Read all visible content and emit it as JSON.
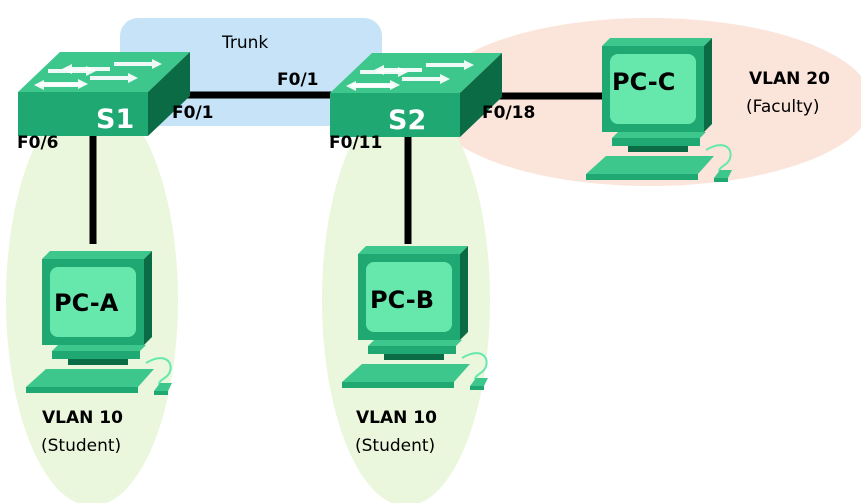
{
  "colors": {
    "trunk_zone": "#c7e3f7",
    "student_zone": "#eaf7dc",
    "faculty_zone": "#fbe4da",
    "device_green": "#1fa872",
    "device_dark": "#0b6b45",
    "device_light": "#3ec78d",
    "screen": "#66e8ad",
    "link": "#000000",
    "switch_label": "#ffffff"
  },
  "zones": {
    "trunk": {
      "label": "Trunk"
    },
    "vlan10_left": {
      "label": "VLAN 10",
      "sublabel": "(Student)"
    },
    "vlan10_right": {
      "label": "VLAN 10",
      "sublabel": "(Student)"
    },
    "vlan20": {
      "label": "VLAN 20",
      "sublabel": "(Faculty)"
    }
  },
  "devices": {
    "s1": {
      "name": "S1",
      "icon": "switch-icon"
    },
    "s2": {
      "name": "S2",
      "icon": "switch-icon"
    },
    "pca": {
      "name": "PC-A",
      "icon": "pc-icon"
    },
    "pcb": {
      "name": "PC-B",
      "icon": "pc-icon"
    },
    "pcc": {
      "name": "PC-C",
      "icon": "pc-icon"
    }
  },
  "ports": {
    "s1_trunk": "F0/1",
    "s2_trunk": "F0/1",
    "s1_pca": "F0/6",
    "s2_pcb": "F0/11",
    "s2_pcc": "F0/18"
  }
}
